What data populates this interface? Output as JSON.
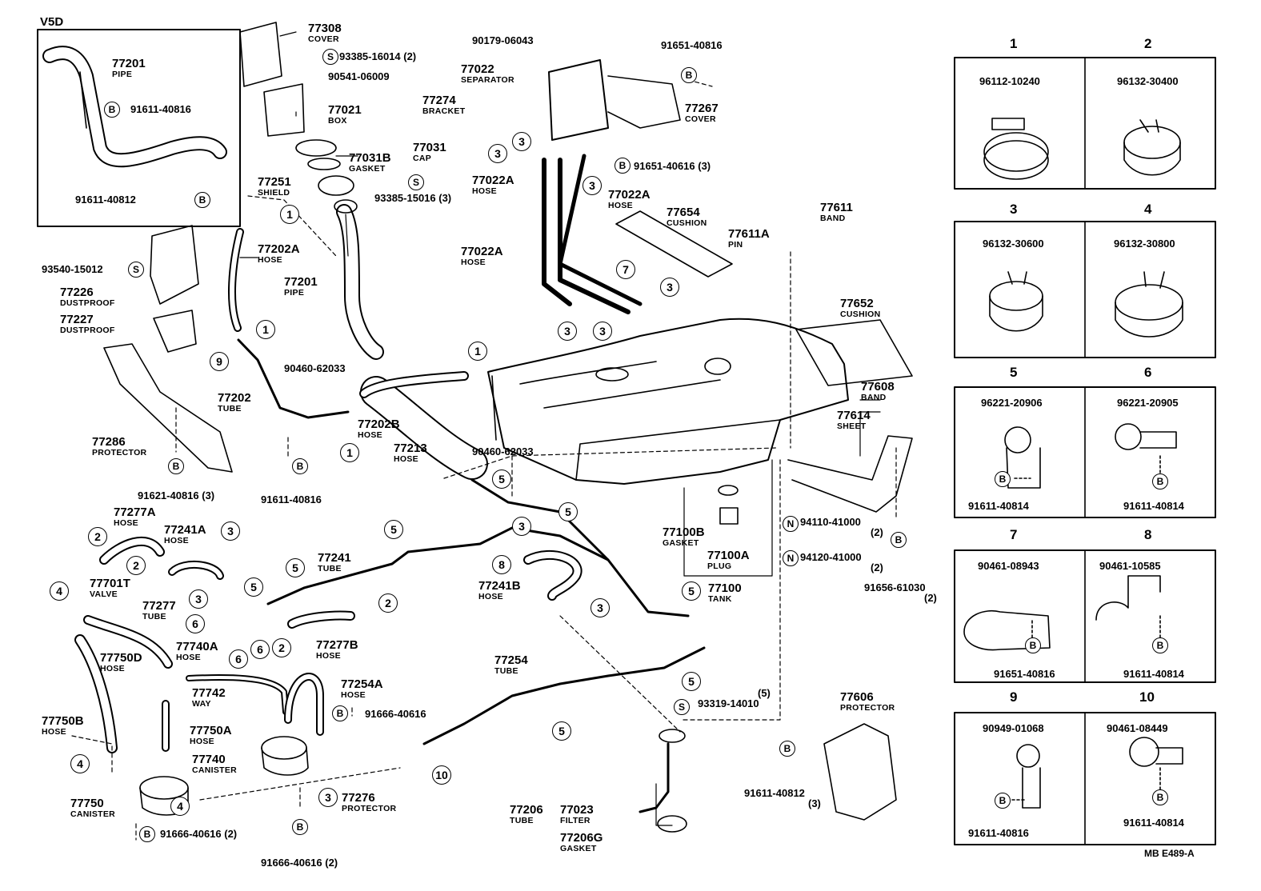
{
  "diagram": {
    "variant_tag": "V5D",
    "footer_code": "MB  E489-A",
    "callouts": [
      {
        "num": "77308",
        "name": "COVER"
      },
      {
        "num": "93385-16014 (2)",
        "name": ""
      },
      {
        "num": "90541-06009",
        "name": ""
      },
      {
        "num": "77021",
        "name": "BOX"
      },
      {
        "num": "77031",
        "name": "CAP"
      },
      {
        "num": "77031B",
        "name": "GASKET"
      },
      {
        "num": "77251",
        "name": "SHIELD"
      },
      {
        "num": "93385-15016 (3)",
        "name": ""
      },
      {
        "num": "77202A",
        "name": "HOSE"
      },
      {
        "num": "77201",
        "name": "PIPE"
      },
      {
        "num": "93540-15012",
        "name": ""
      },
      {
        "num": "77226",
        "name": "DUSTPROOF"
      },
      {
        "num": "77227",
        "name": "DUSTPROOF"
      },
      {
        "num": "90460-62033",
        "name": ""
      },
      {
        "num": "77202",
        "name": "TUBE"
      },
      {
        "num": "77202B",
        "name": "HOSE"
      },
      {
        "num": "77213",
        "name": "HOSE"
      },
      {
        "num": "77286",
        "name": "PROTECTOR"
      },
      {
        "num": "91621-40816 (3)",
        "name": ""
      },
      {
        "num": "91611-40816",
        "name": ""
      },
      {
        "num": "90179-06043",
        "name": ""
      },
      {
        "num": "77022",
        "name": "SEPARATOR"
      },
      {
        "num": "77274",
        "name": "BRACKET"
      },
      {
        "num": "91651-40816",
        "name": ""
      },
      {
        "num": "77267",
        "name": "COVER"
      },
      {
        "num": "91651-40616 (3)",
        "name": ""
      },
      {
        "num": "77022A",
        "name": "HOSE"
      },
      {
        "num": "77022A",
        "name": "HOSE"
      },
      {
        "num": "77022A",
        "name": "HOSE"
      },
      {
        "num": "77654",
        "name": "CUSHION"
      },
      {
        "num": "77611A",
        "name": "PIN"
      },
      {
        "num": "77611",
        "name": "BAND"
      },
      {
        "num": "77652",
        "name": "CUSHION"
      },
      {
        "num": "77608",
        "name": "BAND"
      },
      {
        "num": "77614",
        "name": "SHEET"
      },
      {
        "num": "90460-62033",
        "name": ""
      },
      {
        "num": "77277A",
        "name": "HOSE"
      },
      {
        "num": "77241A",
        "name": "HOSE"
      },
      {
        "num": "77701T",
        "name": "VALVE"
      },
      {
        "num": "77241",
        "name": "TUBE"
      },
      {
        "num": "77277",
        "name": "TUBE"
      },
      {
        "num": "77740A",
        "name": "HOSE"
      },
      {
        "num": "77277B",
        "name": "HOSE"
      },
      {
        "num": "77750D",
        "name": "HOSE"
      },
      {
        "num": "77742",
        "name": "WAY"
      },
      {
        "num": "77254A",
        "name": "HOSE"
      },
      {
        "num": "77750B",
        "name": "HOSE"
      },
      {
        "num": "77750A",
        "name": "HOSE"
      },
      {
        "num": "77740",
        "name": "CANISTER"
      },
      {
        "num": "77276",
        "name": "PROTECTOR"
      },
      {
        "num": "77750",
        "name": "CANISTER"
      },
      {
        "num": "91666-40616 (2)",
        "name": ""
      },
      {
        "num": "91666-40616 (2)",
        "name": ""
      },
      {
        "num": "91666-40616",
        "name": ""
      },
      {
        "num": "77241B",
        "name": "HOSE"
      },
      {
        "num": "77254",
        "name": "TUBE"
      },
      {
        "num": "77100B",
        "name": "GASKET"
      },
      {
        "num": "77100A",
        "name": "PLUG"
      },
      {
        "num": "77100",
        "name": "TANK"
      },
      {
        "num": "94110-41000",
        "name": "(2)"
      },
      {
        "num": "94120-41000",
        "name": "(2)"
      },
      {
        "num": "91656-61030",
        "name": "(2)"
      },
      {
        "num": "93319-14010",
        "name": "(5)"
      },
      {
        "num": "77206",
        "name": "TUBE"
      },
      {
        "num": "77023",
        "name": "FILTER"
      },
      {
        "num": "77206G",
        "name": "GASKET"
      },
      {
        "num": "77606",
        "name": "PROTECTOR"
      },
      {
        "num": "91611-40812",
        "name": "(3)"
      },
      {
        "num": "77201",
        "name": "PIPE"
      },
      {
        "num": "91611-40816",
        "name": ""
      },
      {
        "num": "91611-40812",
        "name": ""
      }
    ],
    "clamp_table": [
      {
        "index": "1",
        "clamp": "96112-10240",
        "bolt": ""
      },
      {
        "index": "2",
        "clamp": "96132-30400",
        "bolt": ""
      },
      {
        "index": "3",
        "clamp": "96132-30600",
        "bolt": ""
      },
      {
        "index": "4",
        "clamp": "96132-30800",
        "bolt": ""
      },
      {
        "index": "5",
        "clamp": "96221-20906",
        "bolt": "91611-40814"
      },
      {
        "index": "6",
        "clamp": "96221-20905",
        "bolt": "91611-40814"
      },
      {
        "index": "7",
        "clamp": "90461-08943",
        "bolt": "91651-40816"
      },
      {
        "index": "8",
        "clamp": "90461-10585",
        "bolt": "91611-40814"
      },
      {
        "index": "9",
        "clamp": "90949-01068",
        "bolt": "91611-40816"
      },
      {
        "index": "10",
        "clamp": "90461-08449",
        "bolt": "91611-40814"
      }
    ],
    "markers": {
      "bolt": "B",
      "screw": "S",
      "nut": "N"
    }
  }
}
